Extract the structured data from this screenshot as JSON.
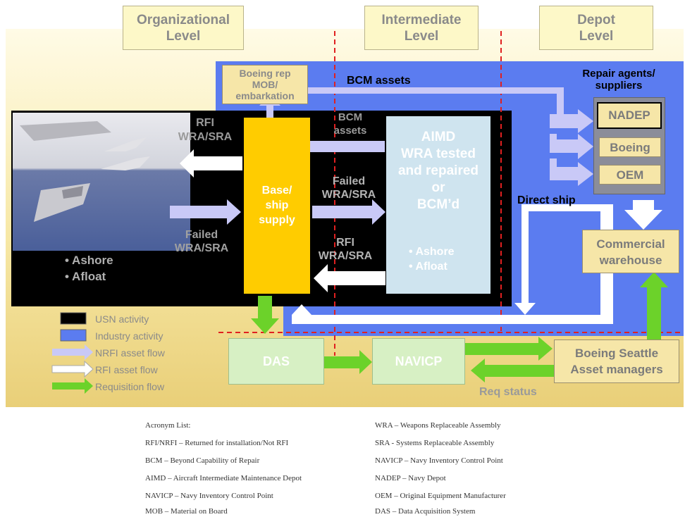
{
  "levels": {
    "organizational": {
      "line1": "Organizational",
      "line2": "Level"
    },
    "intermediate": {
      "line1": "Intermediate",
      "line2": "Level"
    },
    "depot": {
      "line1": "Depot",
      "line2": "Level"
    }
  },
  "boeing_rep": {
    "line1": "Boeing rep",
    "line2": "MOB/",
    "line3": "embarkation"
  },
  "bcm_assets_top": "BCM assets",
  "repair_agents": {
    "line1": "Repair agents/",
    "line2": "suppliers"
  },
  "suppliers": [
    "NADEP",
    "Boeing",
    "OEM"
  ],
  "rfi_wra_top": {
    "line1": "RFI",
    "line2": "WRA/SRA"
  },
  "bcm_assets_mid": {
    "line1": "BCM",
    "line2": "assets"
  },
  "failed_wra_mid": {
    "line1": "Failed",
    "line2": "WRA/SRA"
  },
  "failed_wra_left": {
    "line1": "Failed",
    "line2": "WRA/SRA"
  },
  "rfi_wra_bottom": {
    "line1": "RFI",
    "line2": "WRA/SRA"
  },
  "base_supply": {
    "line1": "Base/",
    "line2": "ship",
    "line3": "supply"
  },
  "aimd": {
    "line1": "AIMD",
    "line2": "WRA tested",
    "line3": "and repaired",
    "line4": "or",
    "line5": "BCM’d",
    "bullet1": "• Ashore",
    "bullet2": "• Afloat"
  },
  "org_bullets": {
    "bullet1": "• Ashore",
    "bullet2": "• Afloat"
  },
  "direct_ship": "Direct ship",
  "commercial_warehouse": {
    "line1": "Commercial",
    "line2": "warehouse"
  },
  "das": "DAS",
  "navicp": "NAVICP",
  "boeing_seattle": {
    "line1": "Boeing Seattle",
    "line2": "Asset managers"
  },
  "req_status": "Req status",
  "legend": [
    "USN activity",
    "Industry activity",
    "NRFI asset flow",
    "RFI asset flow",
    "Requisition flow"
  ],
  "acronyms": {
    "title": "Acronym List:",
    "left": [
      "RFI/NRFI – Returned for installation/Not RFI",
      "BCM – Beyond Capability of Repair",
      "AIMD – Aircraft Intermediate Maintenance Depot",
      "NAVICP – Navy Inventory Control Point",
      "MOB – Material on Board"
    ],
    "right": [
      "WRA – Weapons Replaceable Assembly",
      "SRA - Systems Replaceable Assembly",
      "NAVICP – Navy Inventory Control Point",
      "NADEP – Navy Depot",
      "OEM – Original Equipment Manufacturer",
      "DAS – Data Acquisition System"
    ]
  },
  "colors": {
    "usn": "#000000",
    "industry": "#5b7cf0",
    "nrfi": "#c9c9f7",
    "rfi": "#ffffff",
    "requisition": "#6cd22a",
    "base_supply": "#ffcc00"
  }
}
